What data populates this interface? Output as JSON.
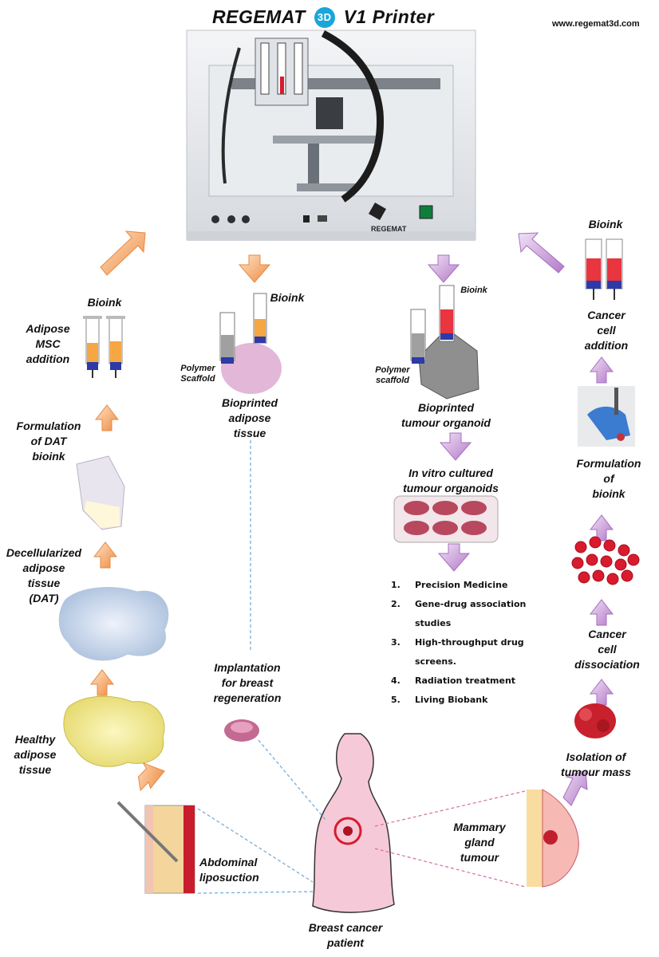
{
  "header": {
    "title_left": "REGEMAT",
    "title_badge": "3D",
    "title_right": "V1 Printer",
    "url": "www.regemat3d.com",
    "printer_brand": "REGEMAT"
  },
  "left_branch": {
    "bioink": "Bioink",
    "msc_1": "Adipose",
    "msc_2": "MSC",
    "msc_3": "addition",
    "form_1": "Formulation",
    "form_2": "of DAT",
    "form_3": "bioink",
    "dat_1": "Decellularized",
    "dat_2": "adipose",
    "dat_3": "tissue",
    "dat_4": "(DAT)",
    "healthy_1": "Healthy",
    "healthy_2": "adipose",
    "healthy_3": "tissue",
    "lipo_1": "Abdominal",
    "lipo_2": "liposuction"
  },
  "center_left": {
    "bioink": "Bioink",
    "polymer_1": "Polymer",
    "polymer_2": "Scaffold",
    "bio_1": "Bioprinted",
    "bio_2": "adipose",
    "bio_3": "tissue",
    "impl_1": "Implantation",
    "impl_2": "for breast",
    "impl_3": "regeneration"
  },
  "center_right": {
    "bioink": "Bioink",
    "polymer_1": "Polymer",
    "polymer_2": "scaffold",
    "organoid_1": "Bioprinted",
    "organoid_2": "tumour organoid",
    "vitro_1": "In vitro cultured",
    "vitro_2": "tumour organoids",
    "applications": [
      {
        "num": "1.",
        "text": "Precision Medicine"
      },
      {
        "num": "2.",
        "text": "Gene-drug association studies"
      },
      {
        "num": "3.",
        "text": "High-throughput drug screens."
      },
      {
        "num": "4.",
        "text": "Radiation treatment"
      },
      {
        "num": "5.",
        "text": "Living Biobank"
      }
    ]
  },
  "right_branch": {
    "bioink": "Bioink",
    "cancer_add_1": "Cancer",
    "cancer_add_2": "cell",
    "cancer_add_3": "addition",
    "form_1": "Formulation",
    "form_2": "of",
    "form_3": "bioink",
    "diss_1": "Cancer",
    "diss_2": "cell",
    "diss_3": "dissociation",
    "iso_1": "Isolation of",
    "iso_2": "tumour mass",
    "mam_1": "Mammary",
    "mam_2": "gland",
    "mam_3": "tumour"
  },
  "patient": {
    "label_1": "Breast cancer",
    "label_2": "patient"
  },
  "colors": {
    "orange_arrow": "#f5a66a",
    "purple_arrow": "#c79bd6",
    "badge": "#1aa6d9",
    "tumour_red": "#d81b2e",
    "skin_pink": "#f6c9d8",
    "syringe_blue": "#2d3aa8"
  }
}
